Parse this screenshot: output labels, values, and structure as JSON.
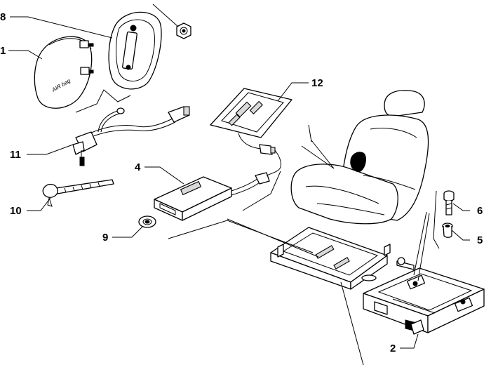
{
  "diagram": {
    "callouts": [
      {
        "id": "c8",
        "label": "8"
      },
      {
        "id": "c1",
        "label": "1"
      },
      {
        "id": "c12",
        "label": "12"
      },
      {
        "id": "c11",
        "label": "11"
      },
      {
        "id": "c4",
        "label": "4"
      },
      {
        "id": "c10",
        "label": "10"
      },
      {
        "id": "c6",
        "label": "6"
      },
      {
        "id": "c9",
        "label": "9"
      },
      {
        "id": "c5",
        "label": "5"
      },
      {
        "id": "c2",
        "label": "2"
      }
    ],
    "airbag_cover_text": "AIR bag",
    "line_color": "#000000",
    "background": "#ffffff"
  }
}
